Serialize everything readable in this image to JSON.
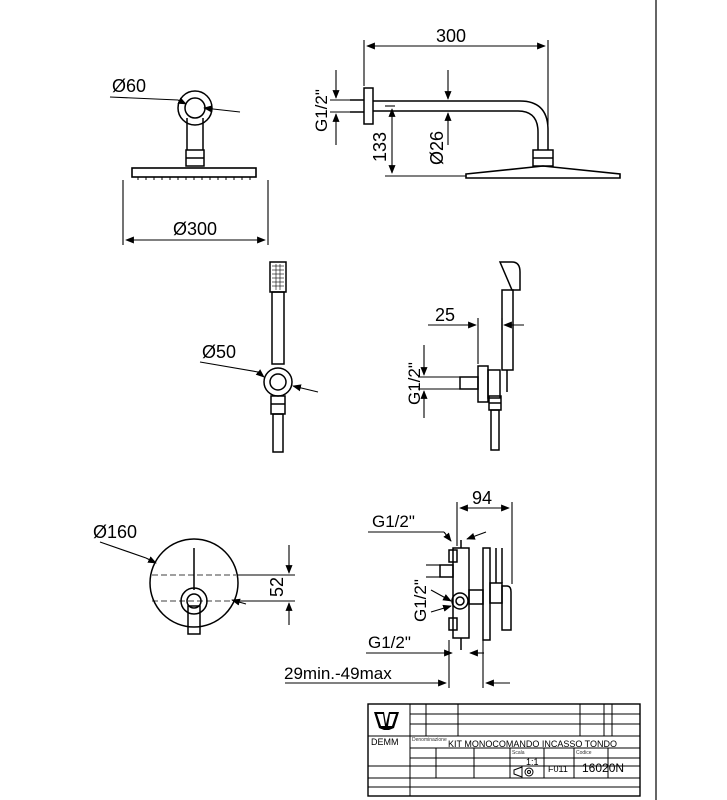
{
  "dimensions": {
    "arm_diameter": "Ø60",
    "arm_length": "300",
    "arm_thread": "G1/2\"",
    "arm_drop": "133",
    "arm_pipe": "Ø26",
    "head_diameter": "Ø300",
    "handshower_plate": "Ø50",
    "handshower_offset": "25",
    "handshower_thread": "G1/2\"",
    "plate_diameter": "Ø160",
    "plate_offset": "52",
    "valve_depth": "94",
    "valve_inlet_top": "G1/2\"",
    "valve_inlet_side": "G1/2\"",
    "valve_inlet_bottom": "G1/2\"",
    "valve_range": "29min.-49max"
  },
  "title_block": {
    "brand": "DEMM",
    "product_label": "Denominazione",
    "product": "KIT MONOCOMANDO INCASSO TONDO",
    "scale_label": "Scala",
    "scale": "1:1",
    "sheet_code": "F011",
    "code_label": "Codice",
    "code": "16020N"
  }
}
